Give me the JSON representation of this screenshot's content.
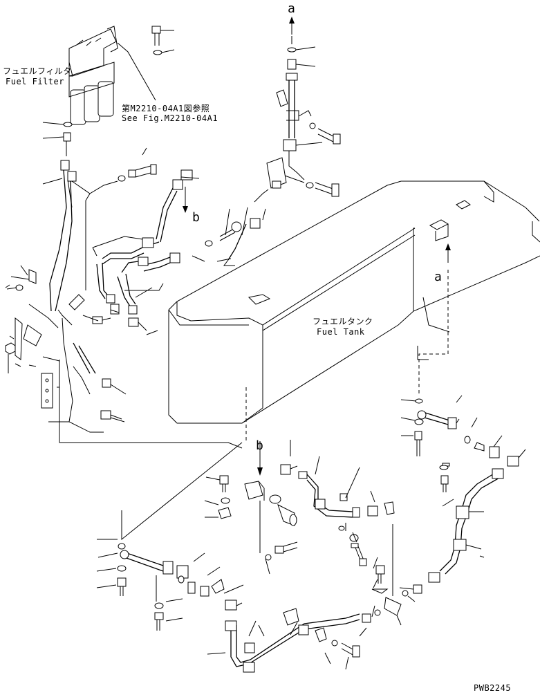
{
  "labels": {
    "fuel_filter_jp": "フュエルフィルタ",
    "fuel_filter_en": "Fuel Filter",
    "see_fig_jp": "第M2210-04A1図参照",
    "see_fig_en": "See Fig.M2210-04A1",
    "fuel_tank_jp": "フュエルタンク",
    "fuel_tank_en": "Fuel Tank",
    "ref_a_top": "a",
    "ref_a_tank": "a",
    "ref_b_upper": "b",
    "ref_b_lower": "b",
    "drawing_number": "PWB2245"
  }
}
